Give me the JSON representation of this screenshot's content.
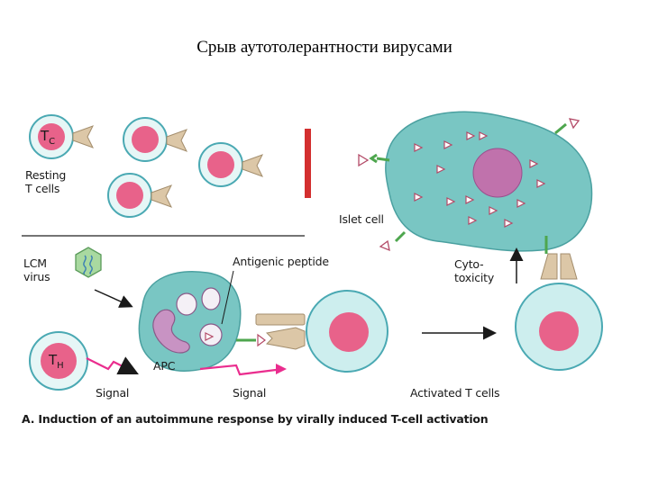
{
  "slide": {
    "title": "Срыв аутотолерантности вирусами"
  },
  "labels": {
    "resting_t_cells": [
      "Resting",
      "T cells"
    ],
    "islet_cell": "Islet cell",
    "lcm_virus": [
      "LCM",
      "virus"
    ],
    "antigenic_peptide": "Antigenic peptide",
    "cytotoxicity": [
      "Cyto-",
      "toxicity"
    ],
    "apc": "APC",
    "signal_left": "Signal",
    "signal_middle": "Signal",
    "activated_t_cells": "Activated T cells",
    "tc_main": "T",
    "tc_sub": "C",
    "th_main": "T",
    "th_sub": "H"
  },
  "caption": "A. Induction of an autoimmune response by virally induced T-cell activation",
  "colors": {
    "cell_fill": "#cdeeee",
    "cell_stroke": "#4aa9b3",
    "nucleus": "#e8628a",
    "islet_fill": "#79c6c3",
    "islet_nucleus": "#c072ac",
    "peptide": "#b34a67",
    "receptor": "#dcc7a7",
    "mhc": "#6bbf6a",
    "block_bar": "#d32f2f",
    "signal": "#ea2d8e",
    "virus": "#a9d9a0"
  }
}
